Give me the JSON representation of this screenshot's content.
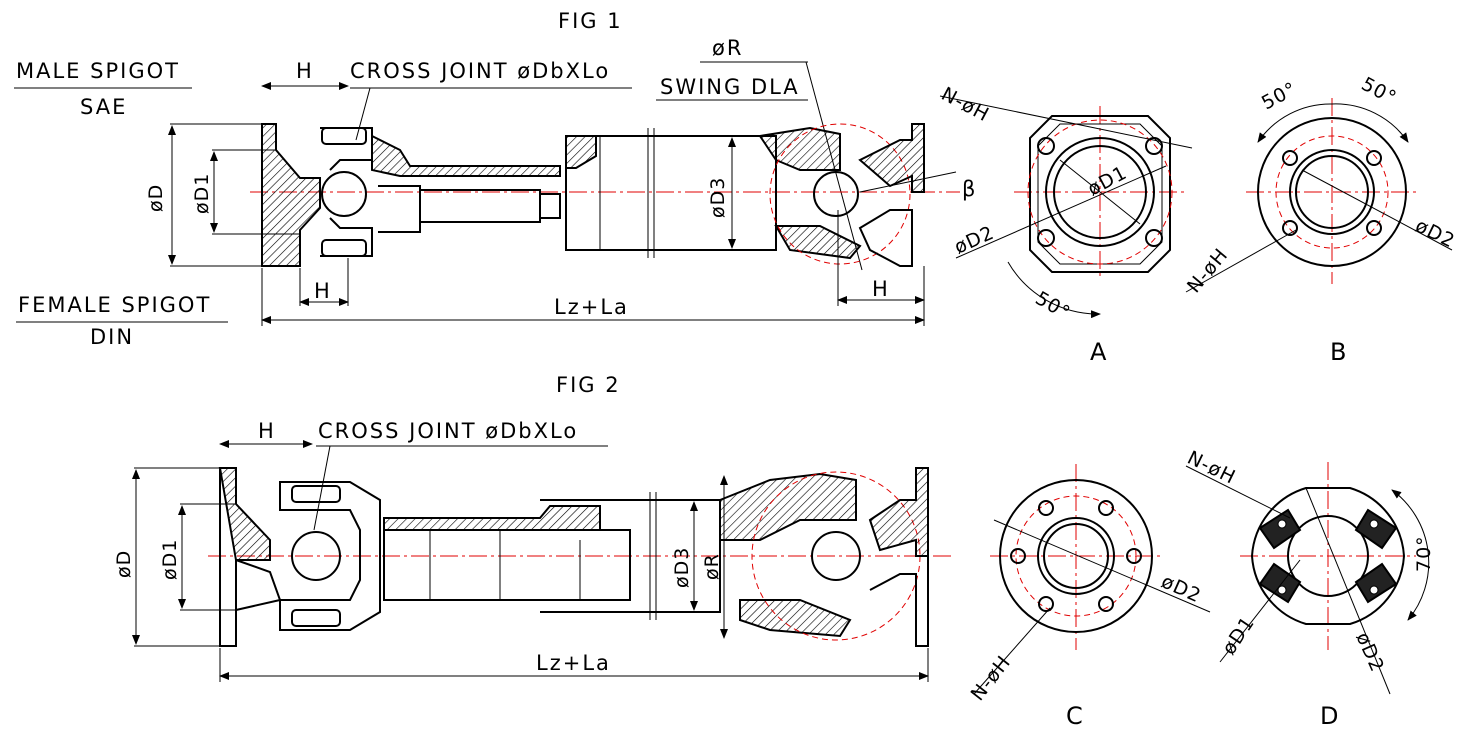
{
  "figures": {
    "fig1_title": "FIG 1",
    "fig2_title": "FIG 2"
  },
  "fig1": {
    "male_spigot": "MALE SPIGOT",
    "sae": "SAE",
    "female_spigot": "FEMALE SPIGOT",
    "din": "DIN",
    "h_top": "H",
    "cross_joint": "CROSS JOINT øDbXLo",
    "r": "øR",
    "swing": "SWING DLA",
    "d": "øD",
    "d1": "øD1",
    "d3": "øD3",
    "beta": "β",
    "h_bottom_left": "H",
    "h_bottom_right": "H",
    "length": "Lz+La"
  },
  "fig2": {
    "h_top": "H",
    "cross_joint": "CROSS JOINT øDbXLo",
    "d": "øD",
    "d1": "øD1",
    "d3": "øD3",
    "r": "øR",
    "length": "Lz+La"
  },
  "views": {
    "a": {
      "letter": "A",
      "n_h": "N-øH",
      "d1": "øD1",
      "d2": "øD2",
      "angle": "50°"
    },
    "b": {
      "letter": "B",
      "angle_left": "50°",
      "angle_right": "50°",
      "n_h": "N-øH",
      "d2": "øD2"
    },
    "c": {
      "letter": "C",
      "d2": "øD2",
      "n_h": "N-øH"
    },
    "d": {
      "letter": "D",
      "n_h": "N-øH",
      "angle": "70°",
      "d1": "øD1",
      "d2": "øD2"
    }
  },
  "colors": {
    "line": "#000000",
    "centerline": "#e00000"
  }
}
